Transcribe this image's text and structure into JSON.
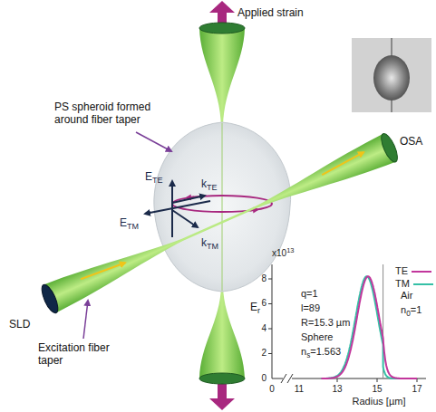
{
  "diagram": {
    "labels": [
      "Applied strain",
      "PS spheroid formed around fiber taper",
      "ETE",
      "ETM",
      "kTE",
      "kTM",
      "OSA",
      "SLD",
      "Excitation fiber taper",
      "x1013",
      "8",
      "6",
      "4",
      "2",
      "0",
      "Er",
      "0",
      "11",
      "13",
      "15",
      "17",
      "Radius [µm]",
      "q=1",
      "l=89",
      "R=15.3 µm",
      "Sphere",
      "ns=1.563",
      "Air",
      "n0=1"
    ],
    "legend": [
      {
        "text": "TE"
      },
      {
        "text": "TM"
      }
    ]
  }
}
